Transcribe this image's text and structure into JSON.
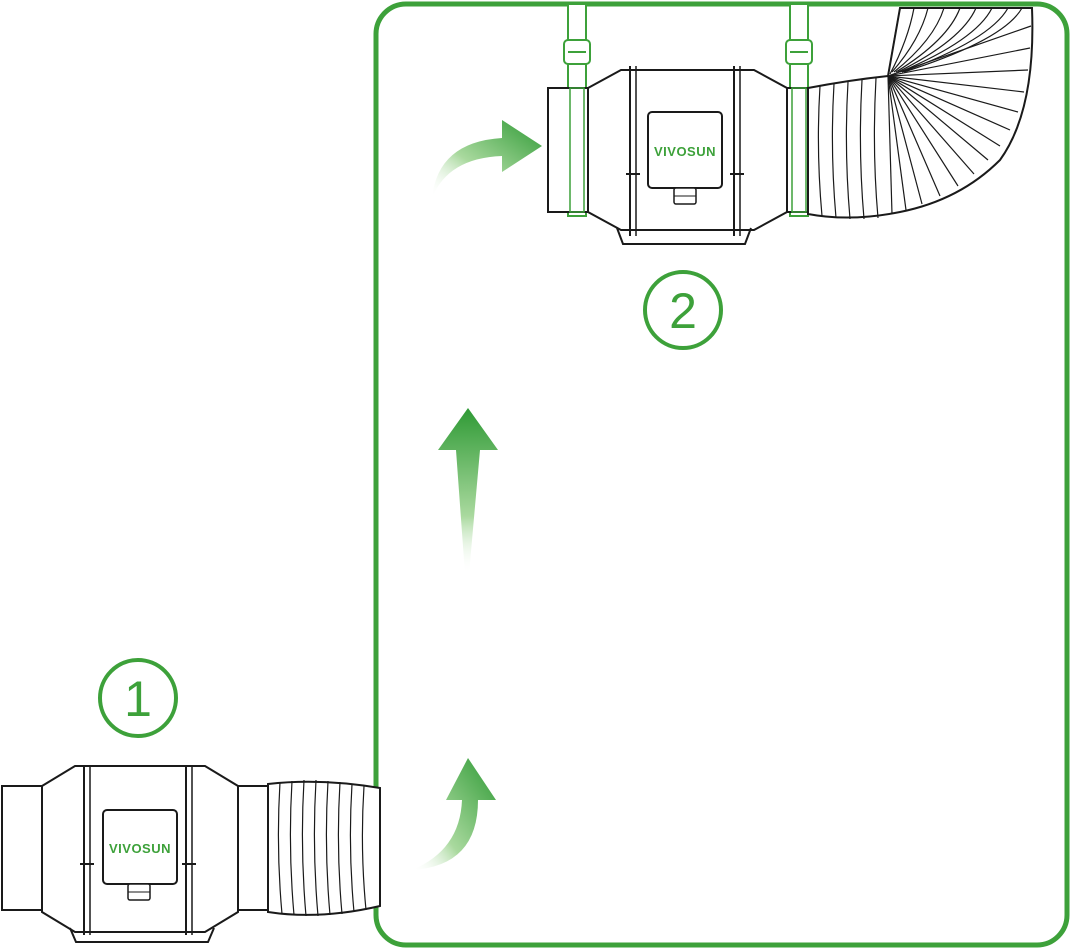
{
  "brand": {
    "logo_text": "VIVOSUN"
  },
  "steps": [
    {
      "number": "1"
    },
    {
      "number": "2"
    }
  ],
  "colors": {
    "accent": "#3da13a",
    "arrow_light": "#c9e8c0",
    "outline": "#1a1a1a",
    "background": "#ffffff"
  },
  "icons": {
    "fan": "inline-duct-fan",
    "duct": "flexible-duct-hose",
    "arrow": "airflow-arrow"
  }
}
